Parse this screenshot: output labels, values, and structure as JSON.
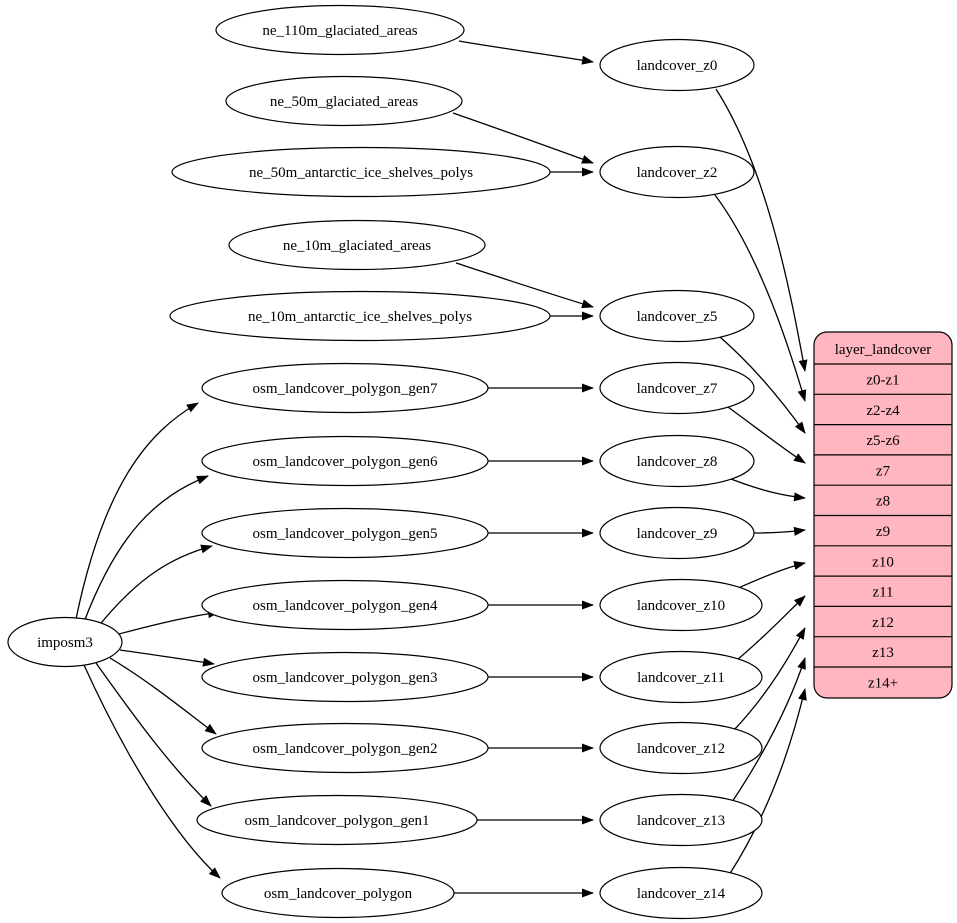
{
  "colors": {
    "background": "#ffffff",
    "node_fill": "#ffffff",
    "node_stroke": "#000000",
    "edge": "#000000",
    "table_fill": "#ffb6c1",
    "table_stroke": "#000000"
  },
  "root": {
    "label": "imposm3"
  },
  "sources": [
    "ne_110m_glaciated_areas",
    "ne_50m_glaciated_areas",
    "ne_50m_antarctic_ice_shelves_polys",
    "ne_10m_glaciated_areas",
    "ne_10m_antarctic_ice_shelves_polys",
    "osm_landcover_polygon_gen7",
    "osm_landcover_polygon_gen6",
    "osm_landcover_polygon_gen5",
    "osm_landcover_polygon_gen4",
    "osm_landcover_polygon_gen3",
    "osm_landcover_polygon_gen2",
    "osm_landcover_polygon_gen1",
    "osm_landcover_polygon"
  ],
  "stages": [
    "landcover_z0",
    "landcover_z2",
    "landcover_z5",
    "landcover_z7",
    "landcover_z8",
    "landcover_z9",
    "landcover_z10",
    "landcover_z11",
    "landcover_z12",
    "landcover_z13",
    "landcover_z14"
  ],
  "table": {
    "title": "layer_landcover",
    "rows": [
      "z0-z1",
      "z2-z4",
      "z5-z6",
      "z7",
      "z8",
      "z9",
      "z10",
      "z11",
      "z12",
      "z13",
      "z14+"
    ]
  },
  "edges": [
    [
      "imposm3",
      "osm_landcover_polygon_gen7"
    ],
    [
      "imposm3",
      "osm_landcover_polygon_gen6"
    ],
    [
      "imposm3",
      "osm_landcover_polygon_gen5"
    ],
    [
      "imposm3",
      "osm_landcover_polygon_gen4"
    ],
    [
      "imposm3",
      "osm_landcover_polygon_gen3"
    ],
    [
      "imposm3",
      "osm_landcover_polygon_gen2"
    ],
    [
      "imposm3",
      "osm_landcover_polygon_gen1"
    ],
    [
      "imposm3",
      "osm_landcover_polygon"
    ],
    [
      "ne_110m_glaciated_areas",
      "landcover_z0"
    ],
    [
      "ne_50m_glaciated_areas",
      "landcover_z2"
    ],
    [
      "ne_50m_antarctic_ice_shelves_polys",
      "landcover_z2"
    ],
    [
      "ne_10m_glaciated_areas",
      "landcover_z5"
    ],
    [
      "ne_10m_antarctic_ice_shelves_polys",
      "landcover_z5"
    ],
    [
      "osm_landcover_polygon_gen7",
      "landcover_z7"
    ],
    [
      "osm_landcover_polygon_gen6",
      "landcover_z8"
    ],
    [
      "osm_landcover_polygon_gen5",
      "landcover_z9"
    ],
    [
      "osm_landcover_polygon_gen4",
      "landcover_z10"
    ],
    [
      "osm_landcover_polygon_gen3",
      "landcover_z11"
    ],
    [
      "osm_landcover_polygon_gen2",
      "landcover_z12"
    ],
    [
      "osm_landcover_polygon_gen1",
      "landcover_z13"
    ],
    [
      "osm_landcover_polygon",
      "landcover_z14"
    ],
    [
      "landcover_z0",
      "z0-z1"
    ],
    [
      "landcover_z2",
      "z2-z4"
    ],
    [
      "landcover_z5",
      "z5-z6"
    ],
    [
      "landcover_z7",
      "z7"
    ],
    [
      "landcover_z8",
      "z8"
    ],
    [
      "landcover_z9",
      "z9"
    ],
    [
      "landcover_z10",
      "z10"
    ],
    [
      "landcover_z11",
      "z11"
    ],
    [
      "landcover_z12",
      "z12"
    ],
    [
      "landcover_z13",
      "z13"
    ],
    [
      "landcover_z14",
      "z14+"
    ]
  ]
}
